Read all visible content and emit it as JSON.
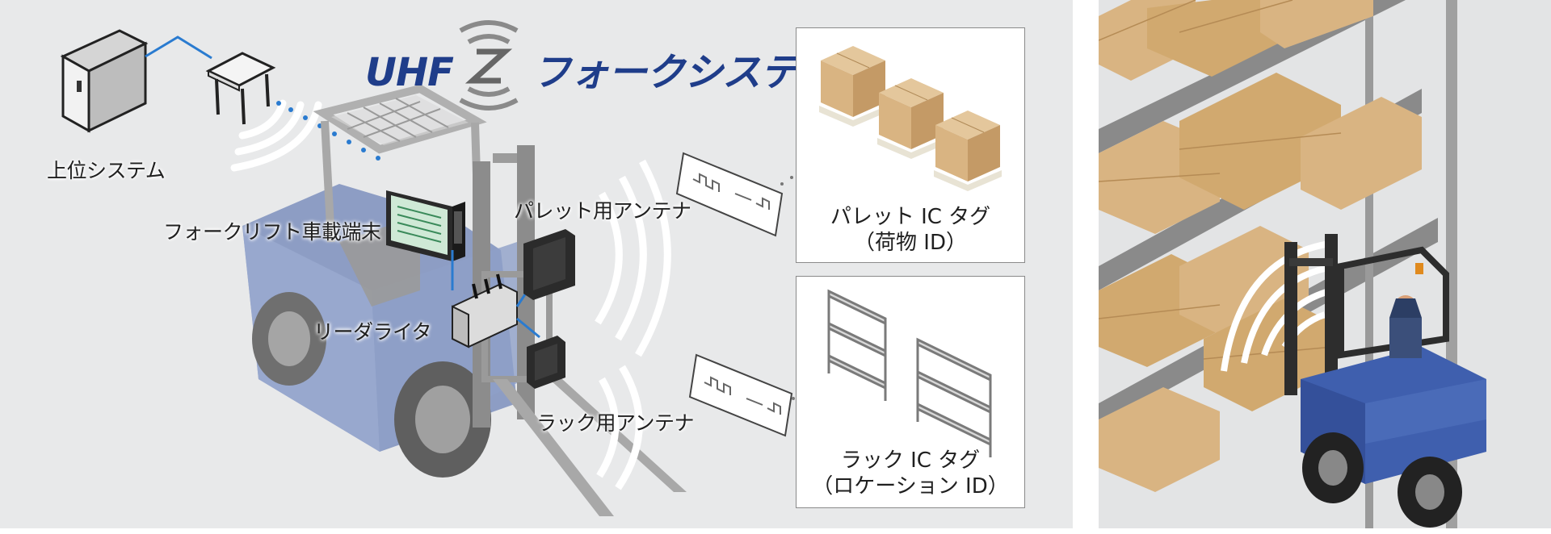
{
  "title": {
    "prefix": "UHF",
    "main": "フォークシステム"
  },
  "labels": {
    "host_system": "上位システム",
    "terminal": "フォークリフト車載端末",
    "reader_writer": "リーダライタ",
    "pallet_antenna": "パレット用アンテナ",
    "rack_antenna": "ラック用アンテナ"
  },
  "boxes": {
    "pallet_tag": {
      "line1": "パレット IC タグ",
      "line2": "（荷物 ID）"
    },
    "rack_tag": {
      "line1": "ラック IC タグ",
      "line2": "（ロケーション ID）"
    }
  },
  "colors": {
    "brand_blue": "#1f3d8a",
    "link_blue": "#2a7bd0",
    "forklift_blue": "#4a6bb8",
    "box_tan": "#d9b482"
  }
}
